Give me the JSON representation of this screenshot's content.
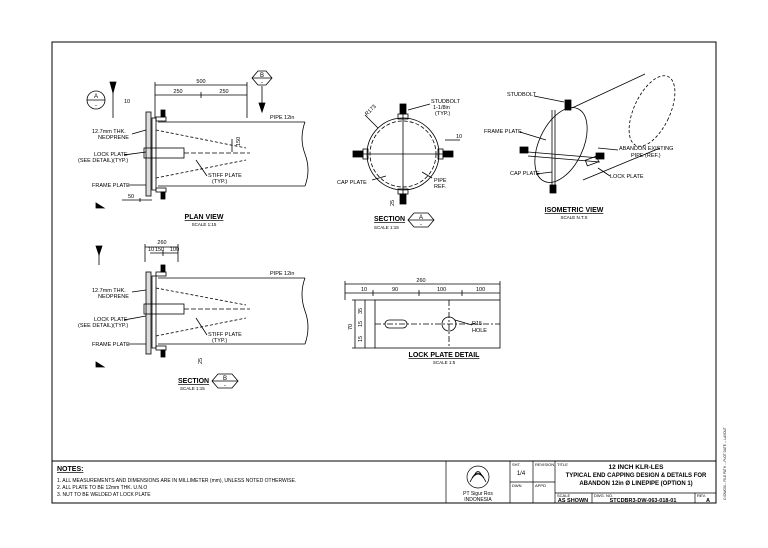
{
  "plan_view": {
    "title": "PLAN VIEW",
    "scale": "SCALE 1:15",
    "dims": {
      "overall": "500",
      "left": "250",
      "right": "250",
      "gap": "10",
      "base": "50",
      "side": "150"
    },
    "labels": {
      "pipe": "PIPE 12in",
      "neoprene_1": "12.7mm THK.",
      "neoprene_2": "NEOPRENE",
      "lock_1": "LOCK PLATE",
      "lock_2": "(SEE DETAIL)(TYP.)",
      "frame": "FRAME PLATE",
      "stiff_1": "STIFF PLATE",
      "stiff_2": "(TYP.)"
    },
    "marker_letter": "A",
    "marker_sheet": "-",
    "marker2_letter": "B",
    "marker2_sheet": "-"
  },
  "section_b": {
    "title": "SECTION",
    "letter": "B",
    "sheet": "-",
    "scale": "SCALE 1:15",
    "dims": {
      "overall": "260",
      "left": "10",
      "mid": "150",
      "right": "100",
      "small": "25"
    },
    "labels": {
      "pipe": "PIPE 12in",
      "neoprene_1": "12.7mm THK.",
      "neoprene_2": "NEOPRENE",
      "lock_1": "LOCK PLATE",
      "lock_2": "(SEE DETAIL)(TYP.)",
      "frame": "FRAME PLATE",
      "stiff_1": "STIFF PLATE",
      "stiff_2": "(TYP.)"
    }
  },
  "section_a": {
    "title": "SECTION",
    "letter": "A",
    "sheet": "-",
    "scale": "SCALE 1:15",
    "dims": {
      "radius": "R173",
      "gap": "10",
      "bottom": "25"
    },
    "labels": {
      "stud_1": "STUDBOLT",
      "stud_2": "1-1/8in",
      "stud_3": "(TYP.)",
      "cap": "CAP PLATE",
      "pipe_1": "PIPE",
      "pipe_2": "REF."
    }
  },
  "isometric": {
    "title": "ISOMETRIC VIEW",
    "scale": "SCALE N.T.S",
    "labels": {
      "stud": "STUDBOLT",
      "frame": "FRAME PLATE",
      "abandon_1": "ABANDON EXISTING",
      "abandon_2": "PIPE (REF.)",
      "cap": "CAP PLATE",
      "lock": "LOCK PLATE"
    }
  },
  "lock_detail": {
    "title": "LOCK PLATE DETAIL",
    "scale": "SCALE 1:5",
    "dims": {
      "overall": "260",
      "d1": "10",
      "d2": "90",
      "d3": "100",
      "d4": "100",
      "height": "70",
      "h1": "35",
      "h2": "15",
      "h3": "15",
      "hole_1": "R15",
      "hole_2": "HOLE"
    }
  },
  "notes": {
    "heading": "NOTES:",
    "items": [
      "1.   ALL MEASUREMENTS AND DIMENSIONS ARE IN MILLIMETER (mm), UNLESS NOTED OTHERWISE.",
      "2.   ALL PLATE TO BE 12mm THK. U.N.O",
      "3.   NUT TO BE WELDED AT LOCK PLATE"
    ]
  },
  "title_block": {
    "company_1": "PT Sigur Ros",
    "company_2": "INDONESIA",
    "label_sheet": "SHT.",
    "sheet_value": "1/4",
    "label_revision": "REVISION",
    "label_dwn": "DWN",
    "label_appd": "APPD",
    "label_title": "TITLE",
    "title_line1": "12 INCH KLR-LES",
    "title_line2": "TYPICAL END CAPPING DESIGN & DETAILS FOR",
    "title_line3": "ABANDON 12in Ø LINEPIPE (OPTION 1)",
    "label_scale": "SCALE",
    "scale_value": "AS SHOWN",
    "label_dwg": "DWG. NO.",
    "dwg_no": "STCDBR3-DW-063-018-01",
    "label_rev": "REV.",
    "rev_value": "A"
  },
  "side_text": "C:\\DWGS\\... FILE PATH ... PLOT DATE ... LAYOUT"
}
